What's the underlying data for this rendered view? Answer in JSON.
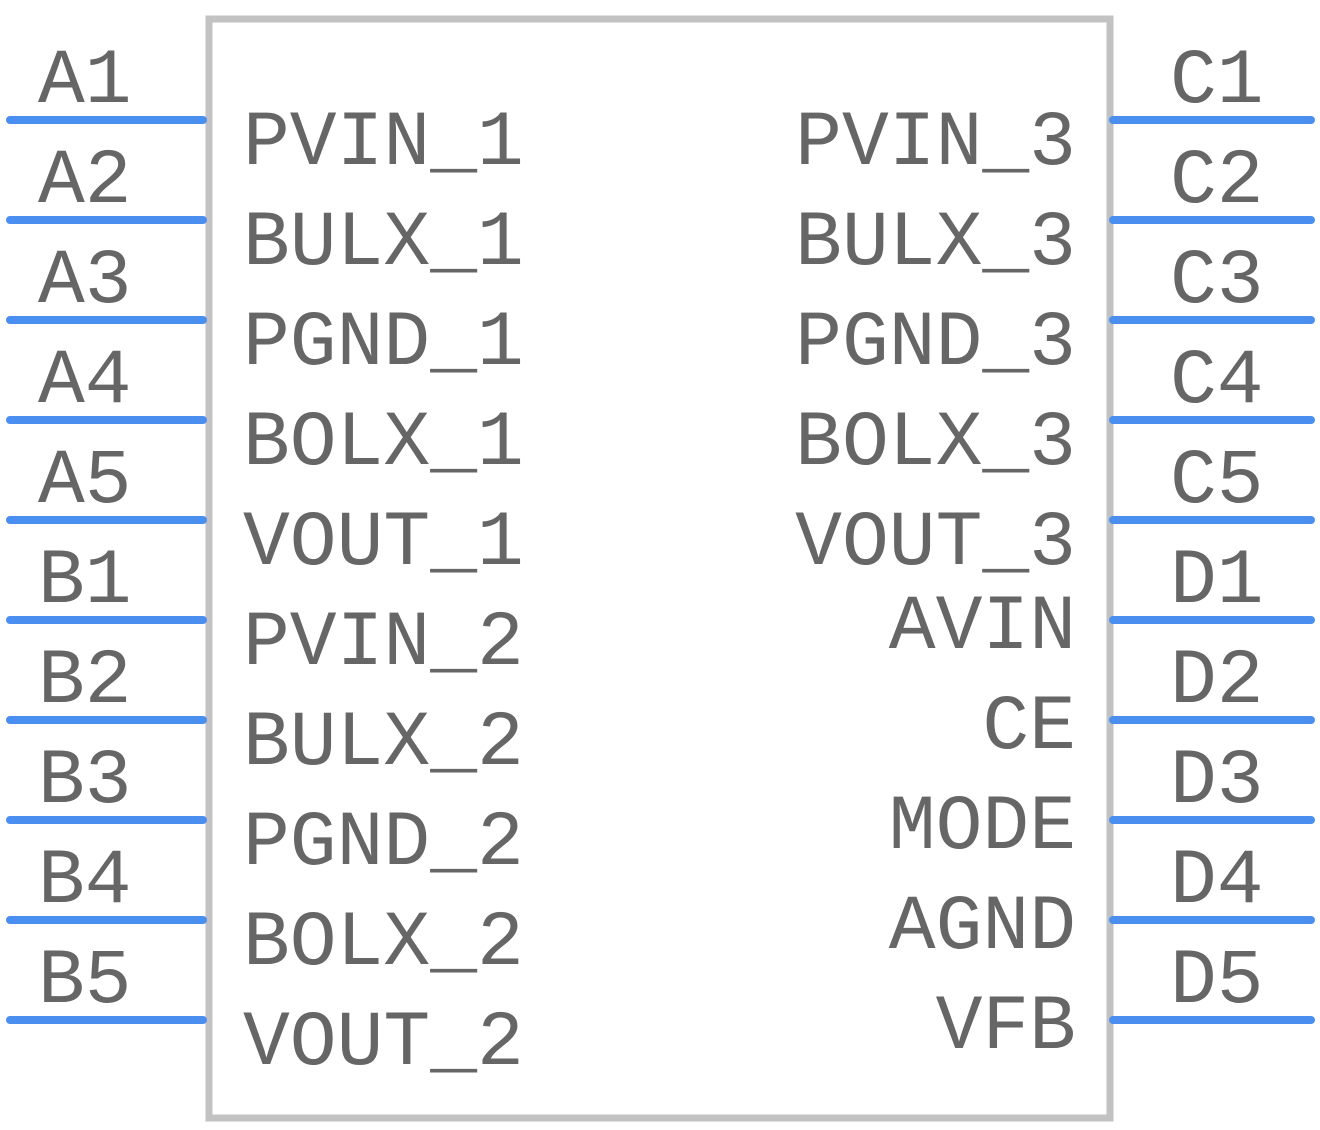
{
  "colors": {
    "pin": "#4a8ff0",
    "body_outline": "#c2c2c2",
    "text": "#666666"
  },
  "left_pins": [
    {
      "number": "A1",
      "name": "PVIN_1"
    },
    {
      "number": "A2",
      "name": "BULX_1"
    },
    {
      "number": "A3",
      "name": "PGND_1"
    },
    {
      "number": "A4",
      "name": "BOLX_1"
    },
    {
      "number": "A5",
      "name": "VOUT_1"
    },
    {
      "number": "B1",
      "name": "PVIN_2"
    },
    {
      "number": "B2",
      "name": "BULX_2"
    },
    {
      "number": "B3",
      "name": "PGND_2"
    },
    {
      "number": "B4",
      "name": "BOLX_2"
    },
    {
      "number": "B5",
      "name": "VOUT_2"
    }
  ],
  "right_pins": [
    {
      "number": "C1",
      "name": "PVIN_3"
    },
    {
      "number": "C2",
      "name": "BULX_3"
    },
    {
      "number": "C3",
      "name": "PGND_3"
    },
    {
      "number": "C4",
      "name": "BOLX_3"
    },
    {
      "number": "C5",
      "name": "VOUT_3"
    },
    {
      "number": "D1",
      "name": "AVIN"
    },
    {
      "number": "D2",
      "name": "CE"
    },
    {
      "number": "D3",
      "name": "MODE"
    },
    {
      "number": "D4",
      "name": "AGND"
    },
    {
      "number": "D5",
      "name": "VFB"
    }
  ]
}
